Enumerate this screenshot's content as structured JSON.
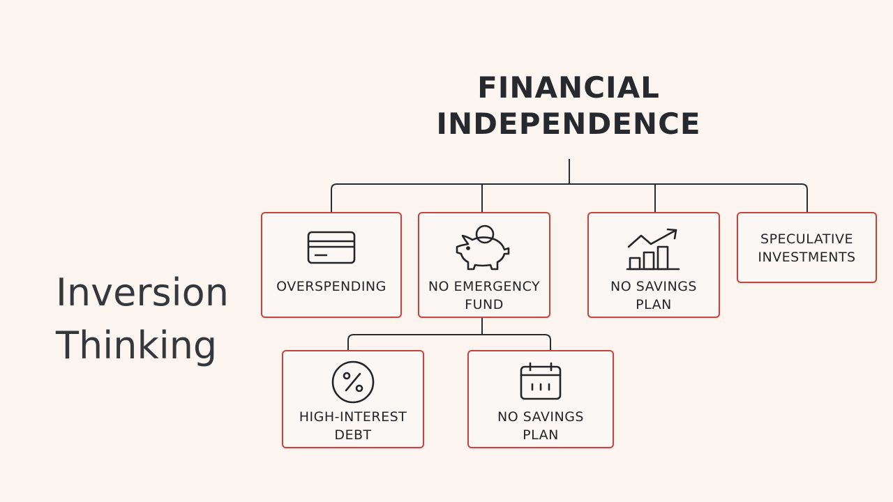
{
  "side_title": {
    "line1": "Inversion",
    "line2": "Thinking"
  },
  "root": {
    "line1": "FINANCIAL",
    "line2": "INDEPENDENCE"
  },
  "nodes": {
    "overspending": {
      "line1": "OVERSPENDING",
      "icon": "credit-card-icon"
    },
    "no_emergency_fund": {
      "line1": "NO EMERGENCY",
      "line2": "FUND",
      "icon": "piggy-bank-icon"
    },
    "no_savings_plan_top": {
      "line1": "NO SAVINGS",
      "line2": "PLAN",
      "icon": "growth-chart-icon"
    },
    "speculative_investments": {
      "line1": "SPECULATIVE",
      "line2": "INVESTMENTS"
    },
    "high_interest_debt": {
      "line1": "HIGH-INTEREST",
      "line2": "DEBT",
      "icon": "percent-icon"
    },
    "no_savings_plan_bottom": {
      "line1": "NO SAVINGS",
      "line2": "PLAN",
      "icon": "calendar-icon"
    }
  },
  "colors": {
    "background": "#fbf4ef",
    "node_border": "#c0473f",
    "line": "#2a2c30",
    "text": "#26292d"
  }
}
